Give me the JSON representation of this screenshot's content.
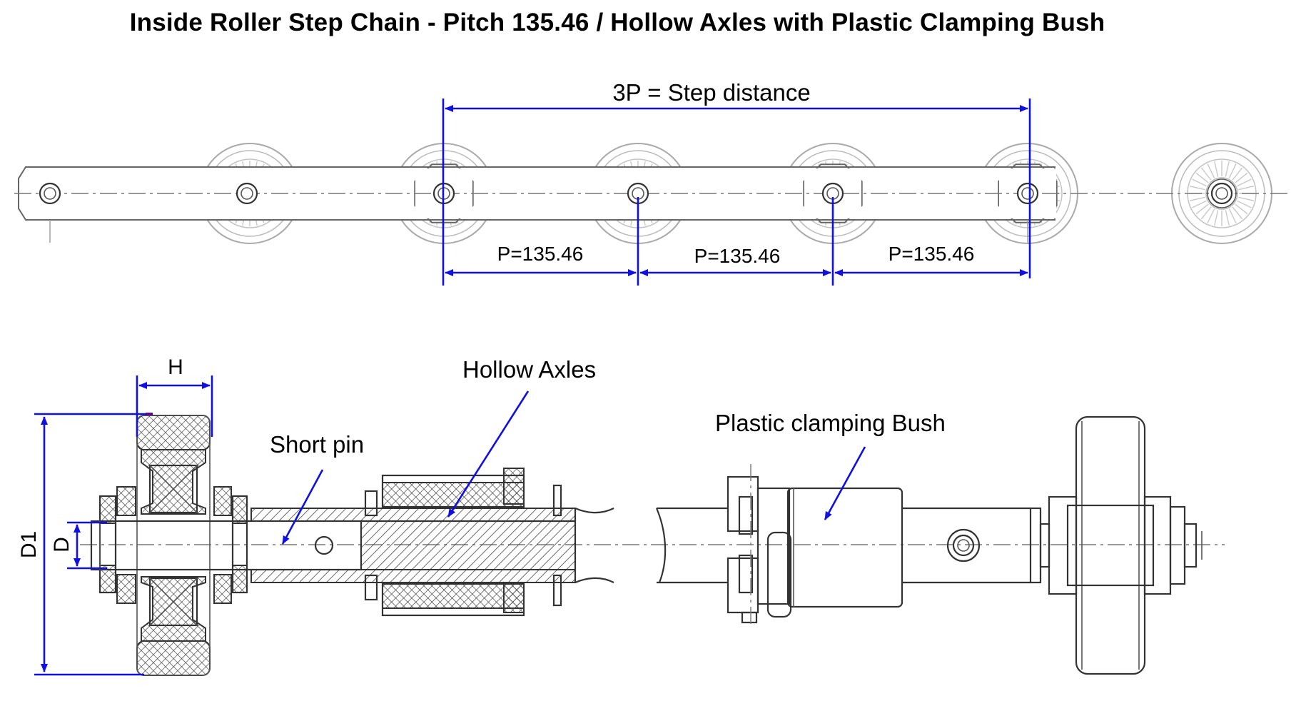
{
  "title": "Inside Roller Step Chain - Pitch 135.46 / Hollow Axles with Plastic Clamping Bush",
  "top_view": {
    "step_distance_label": "3P = Step distance",
    "pitch_labels": [
      "P=135.46",
      "P=135.46",
      "P=135.46"
    ]
  },
  "section_view": {
    "labels": {
      "H": "H",
      "D1": "D1",
      "D": "D",
      "short_pin": "Short pin",
      "hollow_axles": "Hollow Axles",
      "plastic_bush": "Plastic clamping  Bush"
    }
  },
  "colors": {
    "dimension_line": "#1010e0",
    "drawing_line": "#333333",
    "text": "#000000"
  }
}
